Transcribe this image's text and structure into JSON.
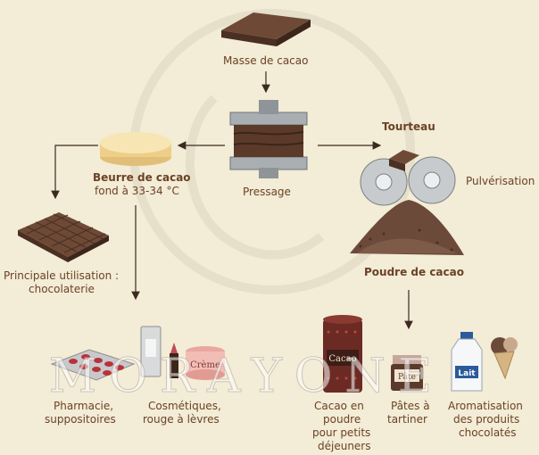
{
  "diagram": {
    "nodes": {
      "masse": "Masse de cacao",
      "pressage": "Pressage",
      "beurre_title": "Beurre de cacao",
      "beurre_sub": "fond à 33-34 °C",
      "tourteau": "Tourteau",
      "pulverisation": "Pulvérisation",
      "poudre": "Poudre de cacao",
      "principale_1": "Principale utilisation :",
      "principale_2": "chocolaterie"
    },
    "products": [
      {
        "line1": "Pharmacie,",
        "line2": "suppositoires"
      },
      {
        "line1": "Cosmétiques,",
        "line2": "rouge à lèvres"
      },
      {
        "line1": "Cacao en",
        "line2": "poudre",
        "line3": "pour petits",
        "line4": "déjeuners"
      },
      {
        "line1": "Pâtes à",
        "line2": "tartiner"
      },
      {
        "line1": "Aromatisation",
        "line2": "des produits",
        "line3": "chocolatés"
      }
    ],
    "packaging_text": {
      "creme": "Crème",
      "cacao": "Cacao",
      "pate": "Pâte",
      "lait": "Lait"
    },
    "watermark": "MORAYONE",
    "colors": {
      "background": "#f3ecd6",
      "chocolate": "#5b3a29",
      "butter": "#f1d79a",
      "text": "#6b4226"
    }
  }
}
